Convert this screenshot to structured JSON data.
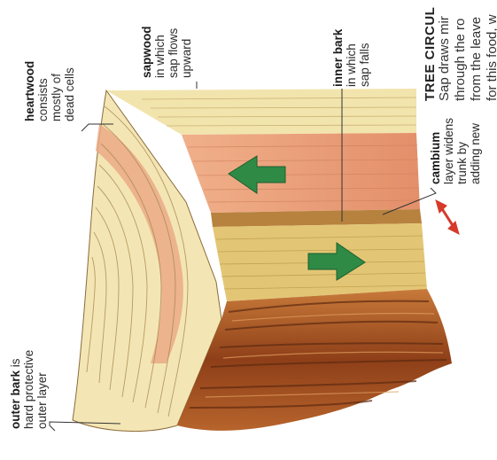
{
  "labels": {
    "heartwood": {
      "title": "heartwood",
      "lines": [
        "consists",
        "mostly of",
        "dead cells"
      ]
    },
    "sapwood": {
      "title": "sapwood",
      "lines": [
        "in which",
        "sap flows",
        "upward"
      ]
    },
    "inner_bark": {
      "title": "inner bark",
      "lines": [
        "in which",
        "sap falls"
      ]
    },
    "cambium": {
      "title": "cambium",
      "lines": [
        "layer widens",
        "trunk by",
        "adding new"
      ]
    },
    "outer_bark": {
      "title": "outer bark",
      "title_suffix": " is",
      "lines": [
        "hard protective",
        "outer layer"
      ]
    }
  },
  "side_panel": {
    "title": "TREE CIRCUL",
    "lines": [
      "Sap draws mir",
      "through the ro",
      "from the leave",
      "for this food, w"
    ]
  },
  "colors": {
    "heartwood": "#f1e3a9",
    "sapwood": "#e9a27f",
    "inner_bark": "#e0c170",
    "outer_bark": "#9a4a1e",
    "arrow_green": "#2f8a45",
    "arrow_red": "#d53a2a"
  },
  "icons": {
    "sap_up_arrow": "arrow-left",
    "sap_down_arrow": "arrow-right",
    "growth_arrow": "double-arrow"
  }
}
